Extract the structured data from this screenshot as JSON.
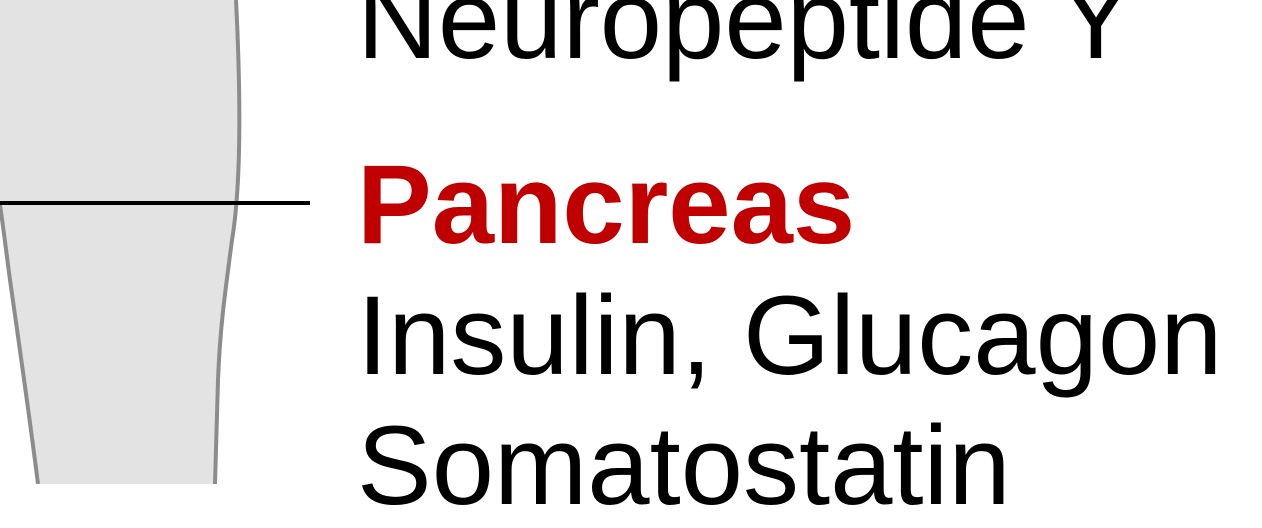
{
  "organ": {
    "name": "Pancreas",
    "color": "#c00000"
  },
  "hormones": {
    "above": "Neuropeptide Y",
    "line1": "Insulin, Glucagon",
    "line2": "Somatostatin"
  },
  "colors": {
    "organ_fill": "#e3e3e3",
    "organ_outline": "#8c8c8c",
    "pointer_line": "#000000",
    "text": "#000000"
  }
}
